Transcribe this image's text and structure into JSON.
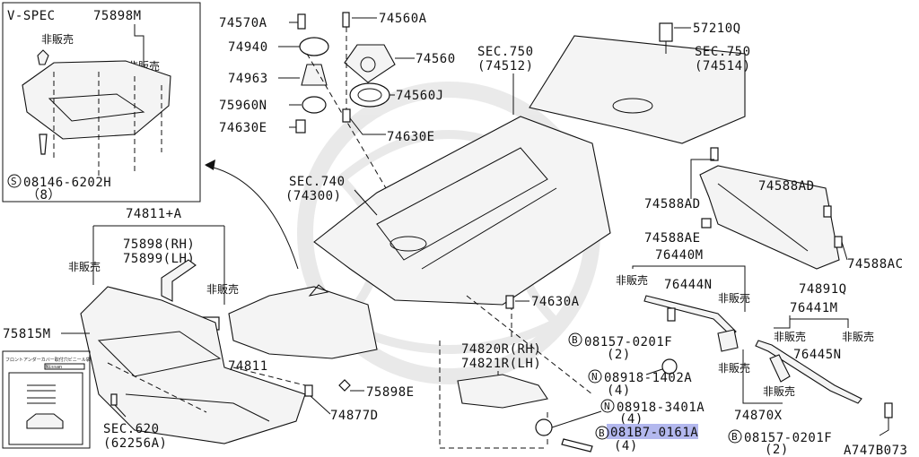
{
  "diagram_id": "A747B073",
  "inset": {
    "variant": "V-SPEC",
    "part": "75898M",
    "not_for_sale_a": "非販売",
    "not_for_sale_b": "非販売",
    "bolt": "08146-6202H",
    "bolt_circle": "S",
    "bolt_qty": "（8）"
  },
  "labels": {
    "p74570A": "74570A",
    "p74560A": "74560A",
    "p74940": "74940",
    "p74560": "74560",
    "p74963": "74963",
    "p74560J": "74560J",
    "p75960N": "75960N",
    "p74630E_l": "74630E",
    "p74630E_r": "74630E",
    "p57210Q": "57210Q",
    "sec750a": "SEC.750",
    "sec750a_sub": "(74512)",
    "sec750b": "SEC.750",
    "sec750b_sub": "(74514)",
    "sec740": "SEC.740",
    "sec740_sub": "(74300)",
    "p74811A": "74811+A",
    "p75898": "75898(RH)",
    "p75899": "75899(LH)",
    "nfs1": "非販売",
    "nfs2": "非販売",
    "p75815M": "75815M",
    "p74811": "74811",
    "p75898E": "75898E",
    "p74877D": "74877D",
    "sec620": "SEC.620",
    "sec620_sub": "(62256A)",
    "p74630A": "74630A",
    "p74588AD_l": "74588AD",
    "p74588AD_r": "74588AD",
    "p74588AE": "74588AE",
    "p74588AC": "74588AC",
    "p76440M": "76440M",
    "nfs3": "非販売",
    "p76444N": "76444N",
    "nfs4": "非販売",
    "p74891Q": "74891Q",
    "p76441M": "76441M",
    "nfs5": "非販売",
    "nfs6": "非販売",
    "p76445N": "76445N",
    "nfs7": "非販売",
    "nfs8": "非販売",
    "p08157a": "08157-0201F",
    "p08157a_qty": "(2)",
    "p08918_1402": "08918-1402A",
    "p08918_1402_qty": "(4)",
    "p08918_3401": "08918-3401A",
    "p08918_3401_qty": "(4)",
    "p081B7": "081B7-0161A",
    "p081B7_qty": "(4)",
    "p08157b": "08157-0201F",
    "p08157b_qty": "(2)",
    "p74820R": "74820R(RH)",
    "p74821R": "74821R(LH)",
    "p74870X": "74870X",
    "circle_B": "B",
    "circle_N": "N"
  },
  "label_card": {
    "title": "フロントアンダーカバー取付穴ビニール袋",
    "brand": "Nissan"
  },
  "highlight": {
    "part": "081B7-0161A",
    "color": "#9aa0e8"
  }
}
